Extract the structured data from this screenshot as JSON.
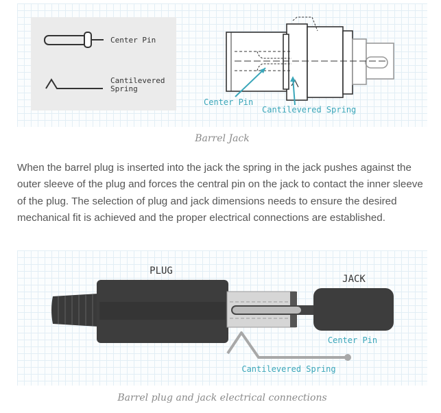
{
  "figure1": {
    "legend_center_pin": "Center Pin",
    "legend_cantilevered_spring": "Cantilevered Spring",
    "callout_center_pin": "Center Pin",
    "callout_cantilevered_spring": "Cantilevered Spring",
    "caption": "Barrel Jack"
  },
  "paragraph": "When the barrel plug is inserted into the jack the spring in the jack pushes against the outer sleeve of the plug and forces the central pin on the jack to contact the inner sleeve of the plug. The selection of plug and jack dimensions needs to ensure the desired mechanical fit is achieved and the proper electrical connections are established.",
  "figure2": {
    "plug_label": "PLUG",
    "jack_label": "JACK",
    "center_pin_label": "Center Pin",
    "spring_label": "Cantilevered Spring",
    "caption": "Barrel plug and jack electrical connections"
  },
  "colors": {
    "accent": "#3aa6b9",
    "dark": "#333333",
    "caption": "#8a8a8a"
  }
}
